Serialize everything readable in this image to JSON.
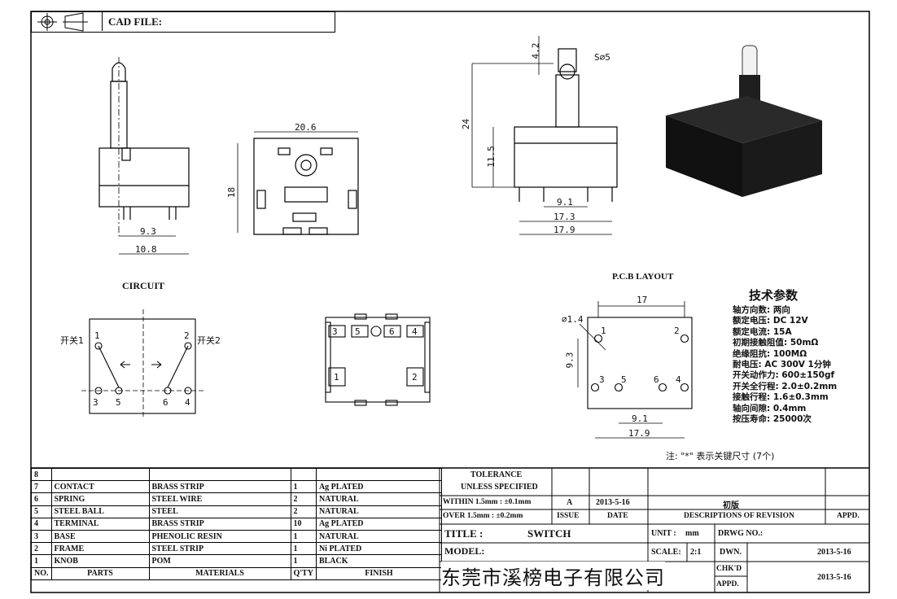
{
  "header": {
    "cad_label": "CAD FILE:"
  },
  "views": {
    "side_dims": [
      "9.3",
      "10.8"
    ],
    "top_dims": [
      "20.6",
      "18"
    ],
    "front_dims": [
      "4.2",
      "S∅5",
      "24",
      "11.5",
      "9.1",
      "17.3",
      "17.9"
    ],
    "circuit_title": "CIRCUIT",
    "circuit_labels": {
      "switch1": "开关1",
      "switch2": "开关2",
      "p1": "1",
      "p2": "2",
      "p3": "3",
      "p4": "4",
      "p5": "5",
      "p6": "6"
    },
    "bottom_marks": [
      "3",
      "5",
      "6",
      "4",
      "1",
      "2"
    ],
    "pcb_title": "P.C.B LAYOUT",
    "pcb_dims": [
      "17",
      "∅1.4",
      "9.3",
      "9.1",
      "17.9"
    ],
    "pcb_pins": [
      "1",
      "2",
      "3",
      "5",
      "6",
      "4"
    ],
    "note": "注: \"*\" 表示关键尺寸 (7个)"
  },
  "specs": {
    "title": "技术参数",
    "rows": [
      "轴方向数: 两向",
      "额定电压: DC 12V",
      "额定电流: 15A",
      "初期接触阻值: 50mΩ",
      "绝缘阻抗: 100MΩ",
      "耐电压: AC 300V 1分钟",
      "开关动作力: 600±150gf",
      "开关全行程: 2.0±0.2mm",
      "接触行程: 1.6±0.3mm",
      "轴向间隙: 0.4mm",
      "按压寿命: 25000次"
    ]
  },
  "bom": {
    "rows": [
      {
        "no": "8",
        "part": "",
        "material": "",
        "qty": "",
        "finish": ""
      },
      {
        "no": "7",
        "part": "CONTACT",
        "material": "BRASS STRIP",
        "qty": "1",
        "finish": "Ag PLATED"
      },
      {
        "no": "6",
        "part": "SPRING",
        "material": "STEEL WIRE",
        "qty": "2",
        "finish": "NATURAL"
      },
      {
        "no": "5",
        "part": "STEEL BALL",
        "material": "STEEL",
        "qty": "2",
        "finish": "NATURAL"
      },
      {
        "no": "4",
        "part": "TERMINAL",
        "material": "BRASS STRIP",
        "qty": "10",
        "finish": "Ag PLATED"
      },
      {
        "no": "3",
        "part": "BASE",
        "material": "PHENOLIC RESIN",
        "qty": "1",
        "finish": "NATURAL"
      },
      {
        "no": "2",
        "part": "FRAME",
        "material": "STEEL STRIP",
        "qty": "1",
        "finish": "Ni PLATED"
      },
      {
        "no": "1",
        "part": "KNOB",
        "material": "POM",
        "qty": "1",
        "finish": "BLACK"
      }
    ],
    "headers": {
      "no": "NO.",
      "part": "PARTS",
      "material": "MATERIALS",
      "qty": "Q'TY",
      "finish": "FINISH"
    }
  },
  "title_block": {
    "tolerance": "TOLERANCE",
    "unless": "UNLESS  SPECIFIED",
    "within": "WITHIN 1.5mm : ±0.1mm",
    "over": "OVER 1.5mm : ±0.2mm",
    "issue_val": "A",
    "date_val": "2013-5-16",
    "rev_val": "初版",
    "issue": "ISSUE",
    "date": "DATE",
    "desc": "DESCRIPTIONS OF REVISION",
    "appd": "APPD.",
    "title_label": "TITLE :",
    "title_value": "SWITCH",
    "unit_label": "UNIT :",
    "unit_value": "mm",
    "drwg": "DRWG NO.:",
    "model": "MODEL:",
    "scale_label": "SCALE:",
    "scale_value": "2:1",
    "dwn": "DWN.",
    "dwn_date": "2013-5-16",
    "chkd": "CHK'D",
    "appd2": "APPD.",
    "appd_date": "2013-5-16",
    "company": "东莞市溪榜电子有限公司"
  }
}
